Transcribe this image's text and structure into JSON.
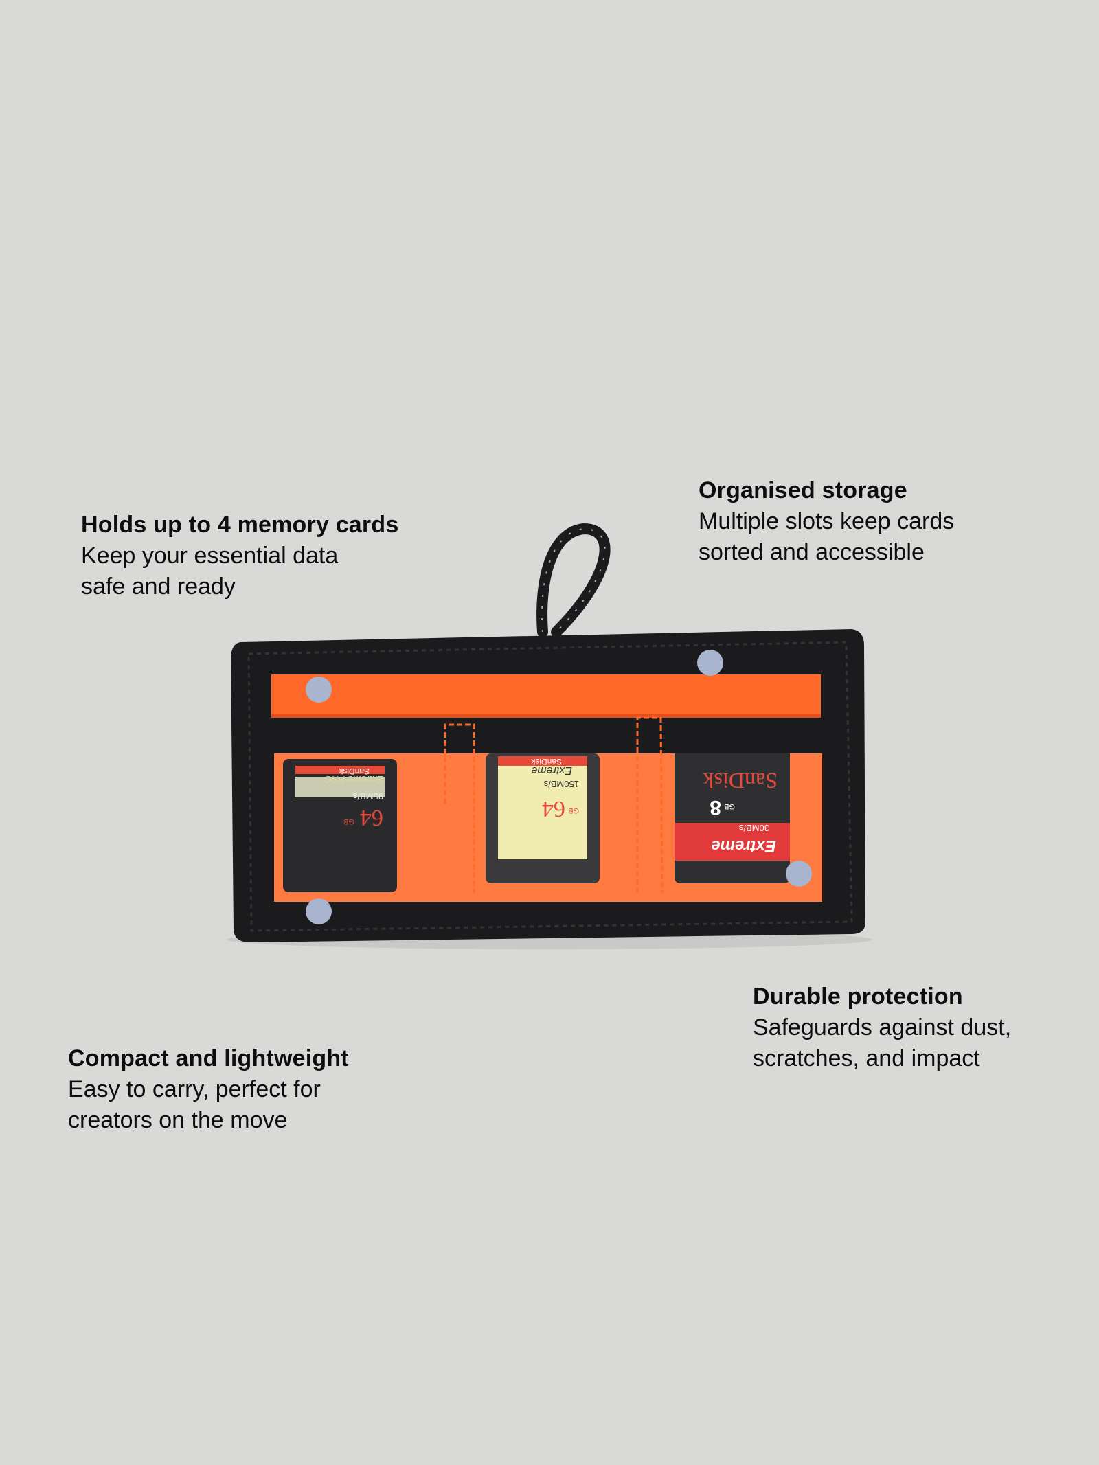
{
  "features": [
    {
      "title": "Holds up to 4 memory cards",
      "lines": [
        "Keep your essential data",
        "safe and ready"
      ]
    },
    {
      "title": "Organised storage",
      "lines": [
        "Multiple slots keep cards",
        "sorted and accessible"
      ]
    },
    {
      "title": "Durable protection",
      "lines": [
        "Safeguards against dust,",
        "scratches, and impact"
      ]
    },
    {
      "title": "Compact and lightweight",
      "lines": [
        "Easy to carry, perfect for",
        "creators on the move"
      ]
    }
  ],
  "product": {
    "cards": [
      {
        "brand": "SanDisk",
        "capacity": "64",
        "unit": "GB",
        "speed": "95MB/s",
        "line": "Extreme PRO"
      },
      {
        "brand": "SanDisk",
        "capacity": "64",
        "unit": "GB",
        "speed": "150MB/s",
        "line": "Extreme"
      },
      {
        "brand": "SanDisk",
        "capacity": "8",
        "unit": "GB",
        "speed": "30MB/s",
        "line": "Extreme"
      }
    ]
  },
  "colors": {
    "background": "#d9d9d8",
    "hotspot": "#a9b4cf",
    "orange": "#ff6a2b",
    "fabric": "#1b1b1d"
  }
}
